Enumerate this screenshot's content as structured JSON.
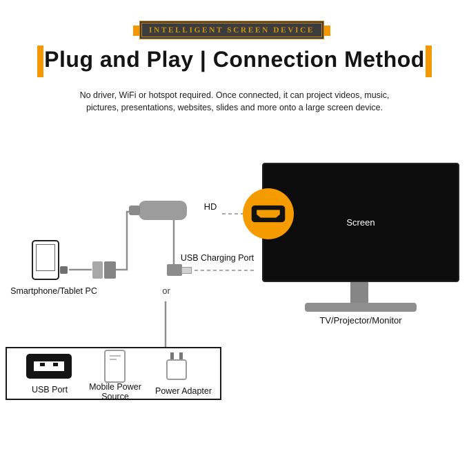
{
  "banner": {
    "label": "INTELLIGENT SCREEN DEVICE"
  },
  "header": {
    "title": "Plug and Play | Connection Method",
    "description_line1": "No driver, WiFi or hotspot required. Once connected, it can project videos, music,",
    "description_line2": "pictures, presentations, websites, slides and more onto a large screen device."
  },
  "diagram": {
    "hd_label": "HD",
    "screen_label": "Screen",
    "tv_label": "TV/Projector/Monitor",
    "smartphone_label": "Smartphone/Tablet PC",
    "usb_charging_label": "USB Charging Port",
    "or_label": "or",
    "power_box": {
      "usb_port_label": "USB Port",
      "mobile_power_label": "Mobile Power Source",
      "power_adapter_label": "Power Adapter"
    }
  },
  "icons": {
    "hdmi-connector-icon": "hdmi plug shape inside orange circle",
    "tv-monitor-icon": "black flat screen with gray stand",
    "smartphone-icon": "outlined phone body",
    "usb-plug-icon": "gray usb cable plug",
    "usb-port-icon": "black usb socket with white slot",
    "mobile-power-icon": "white power bank outline",
    "power-adapter-icon": "white wall charger with two prongs"
  },
  "colors": {
    "accent_orange": "#F39800",
    "badge_background": "#3C3C3C",
    "badge_text": "#CC8F10",
    "tv_black": "#0C0C0C",
    "stand_gray": "#8A8A8A",
    "cable_gray": "#8F8F8F",
    "dashed_line_gray": "#A8A8A8"
  }
}
